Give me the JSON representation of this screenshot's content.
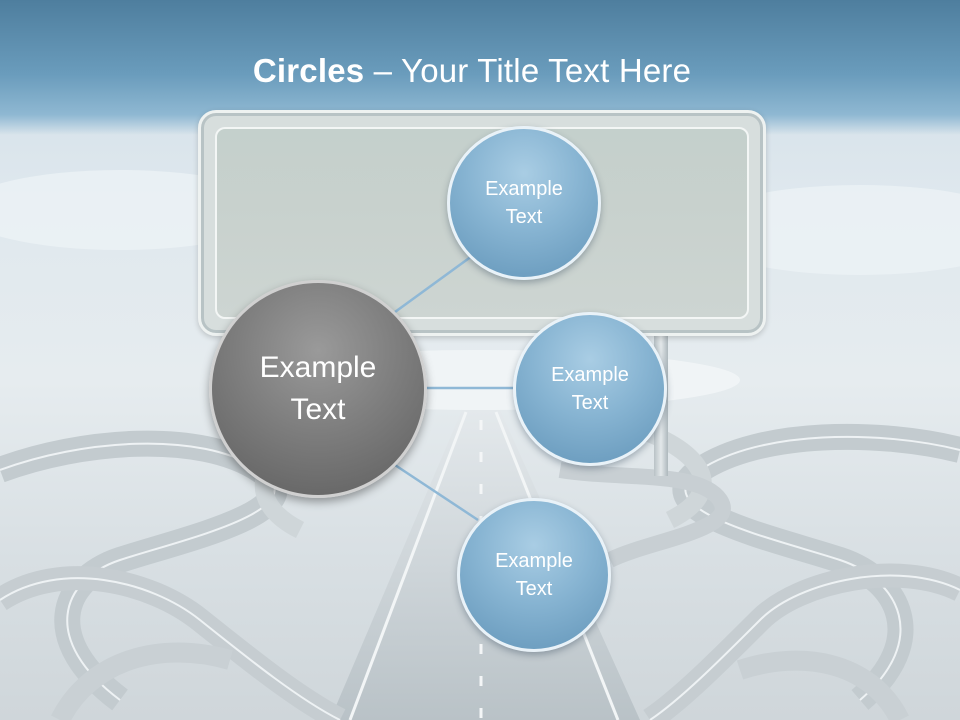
{
  "title": {
    "bold": "Circles",
    "rest": " – Your Title Text Here"
  },
  "center_node": {
    "text": "Example Text"
  },
  "nodes": [
    {
      "text": "Example Text"
    },
    {
      "text": "Example Text"
    },
    {
      "text": "Example Text"
    }
  ],
  "colors": {
    "header": "#5f8fb1",
    "small_circle": "#87b4d2",
    "center_circle": "#7e7e7e",
    "connector": "#8fb8d6"
  }
}
